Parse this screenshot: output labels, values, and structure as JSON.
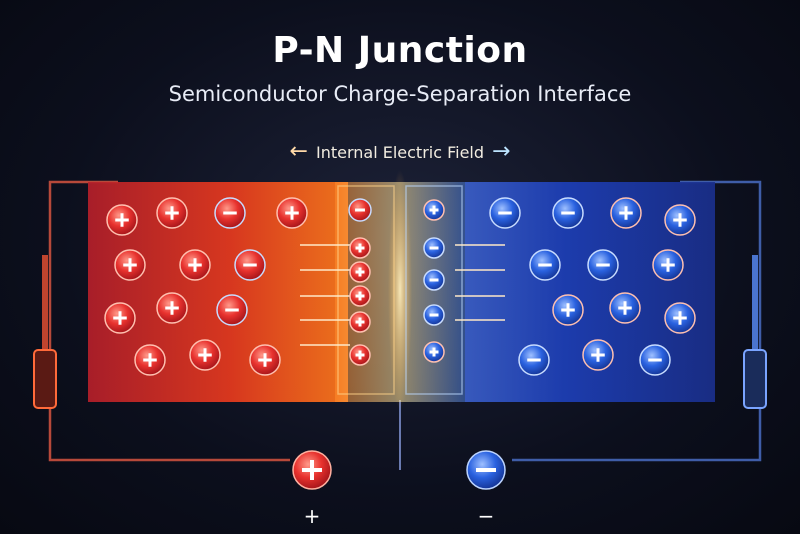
{
  "title": "P-N Junction",
  "subtitle": "Semiconductor Charge-Separation Interface",
  "field_label": "Internal Electric Field",
  "terminals": {
    "positive_label": "+",
    "negative_label": "−"
  },
  "colors": {
    "p_region": "#e8321f",
    "n_region": "#1a4fd6",
    "hole": "#e83a2e",
    "electron": "#2a62e0",
    "depletion_glow": "#ffb347"
  },
  "icons": {
    "hole": "plus-circle",
    "electron": "minus-circle",
    "field_arrow": "arrow"
  }
}
